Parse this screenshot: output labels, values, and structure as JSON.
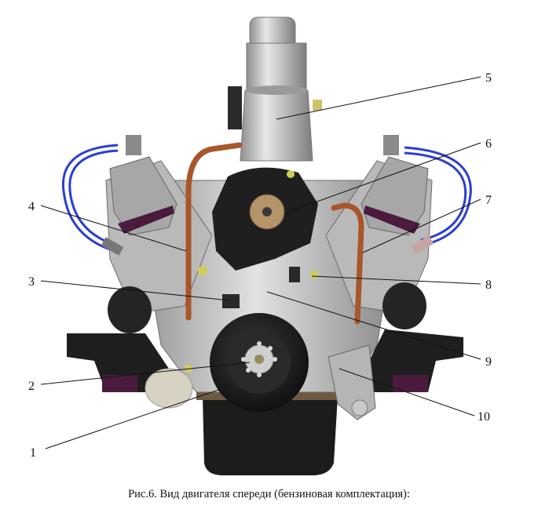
{
  "caption": "Рис.6. Вид двигателя спереди (бензиновая комплектация):",
  "callouts": [
    "1",
    "2",
    "3",
    "4",
    "5",
    "6",
    "7",
    "8",
    "9",
    "10"
  ],
  "colors": {
    "metal": "#c9c9c9",
    "metal_dark": "#8d8d8d",
    "dark": "#1e1e1e",
    "pipe_copper": "#a8562a",
    "cable_blue": "#2a3fd0",
    "purple": "#4a1b3c",
    "brass": "#b49468"
  }
}
